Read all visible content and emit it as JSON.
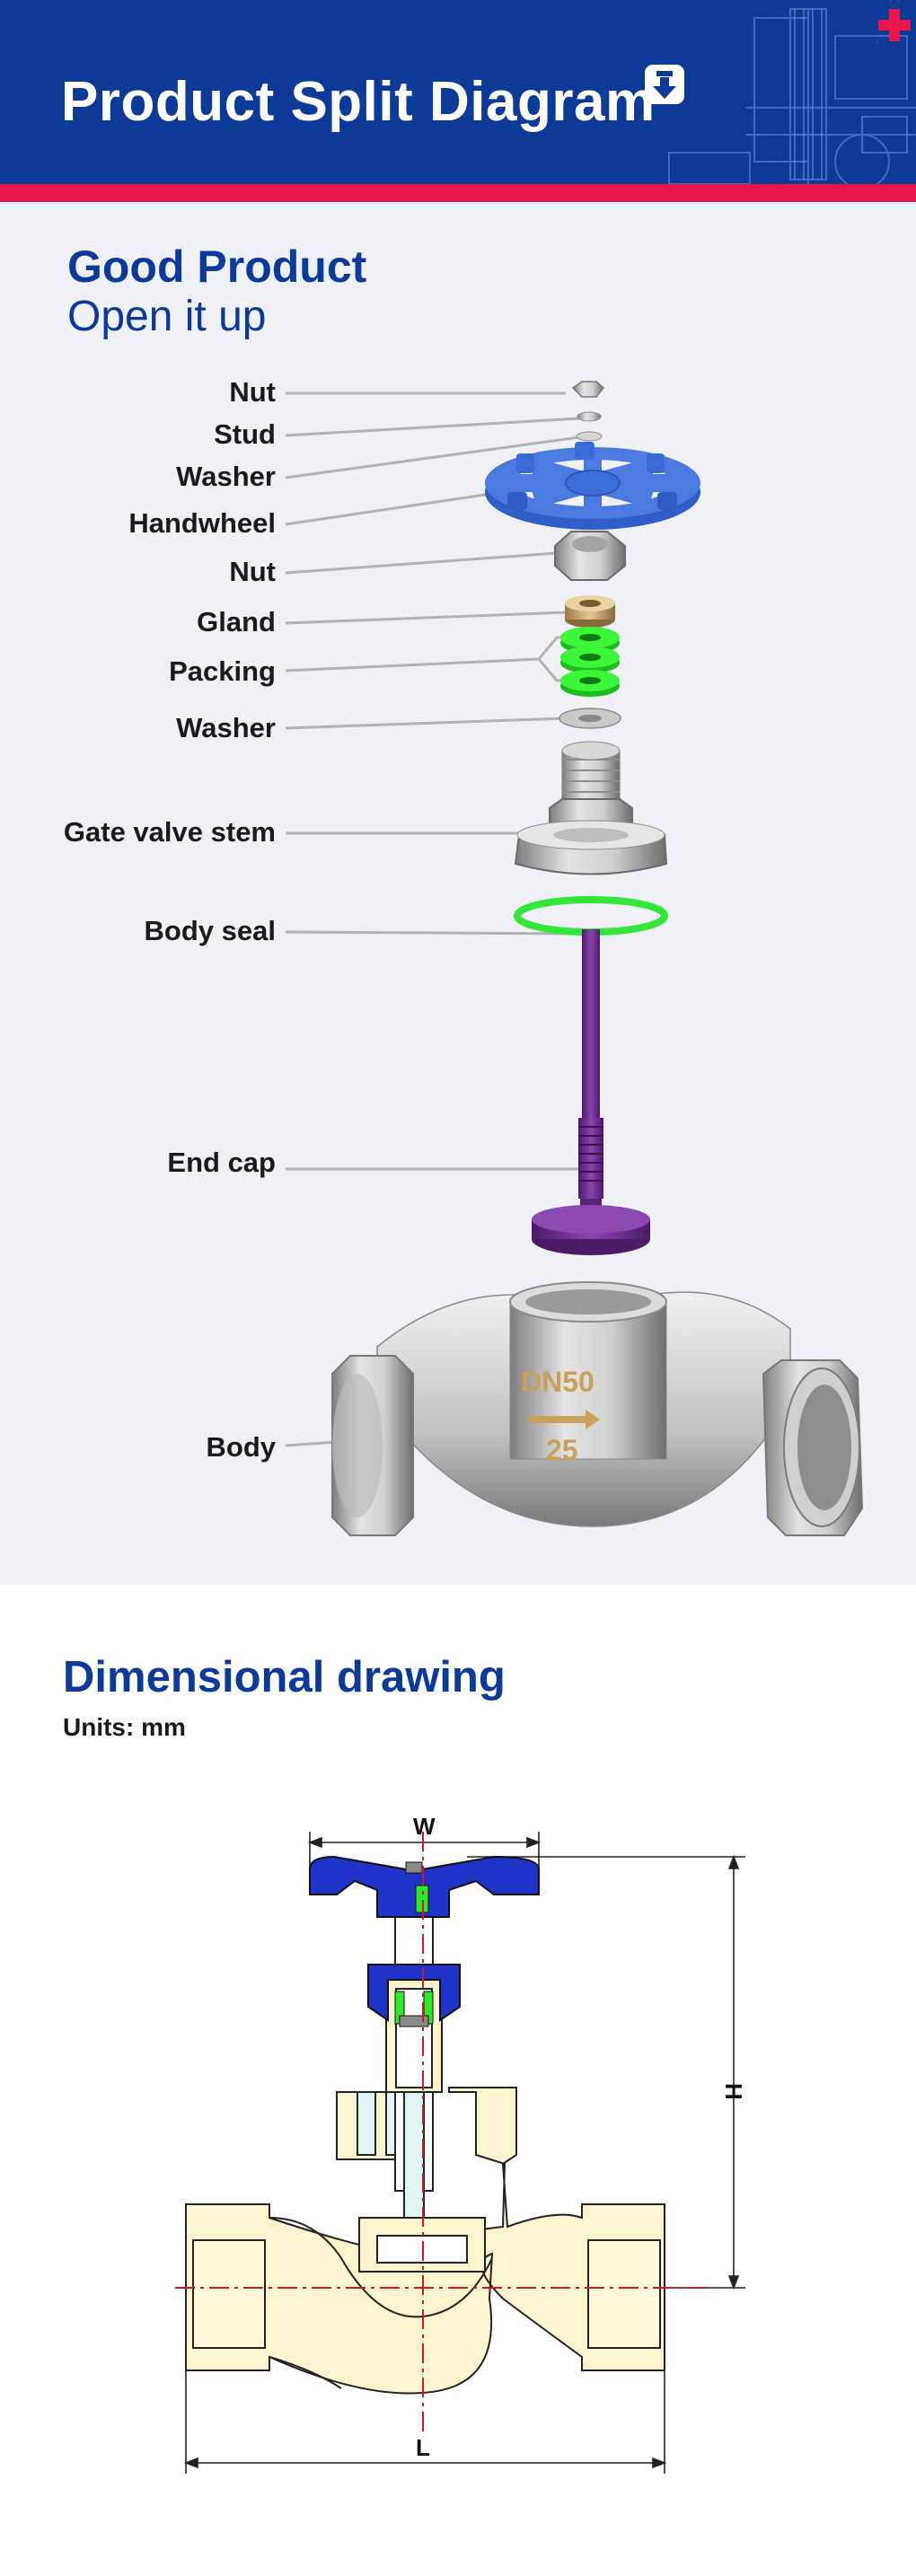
{
  "header": {
    "title": "Product Split Diagram",
    "icon": "down-arrow-icon"
  },
  "split_diagram": {
    "heading": "Good Product",
    "subheading": "Open it up",
    "parts": [
      "Nut",
      "Stud",
      "Washer",
      "Handwheel",
      "Nut",
      "Gland",
      "Packing",
      "Washer",
      "Gate valve stem",
      "Body seal",
      "End cap",
      "Body"
    ],
    "body_marking": {
      "size": "DN50",
      "pressure": "25"
    }
  },
  "dimensional": {
    "title": "Dimensional drawing",
    "units": "Units: mm",
    "dims": {
      "width": "W",
      "height": "H",
      "length": "L"
    }
  },
  "colors": {
    "brand_blue": "#0c3a96",
    "accent_red": "#e8174a",
    "handwheel_blue": "#3d6fd6",
    "packing_green": "#2ee82a",
    "stem_purple": "#6a2a8c"
  }
}
